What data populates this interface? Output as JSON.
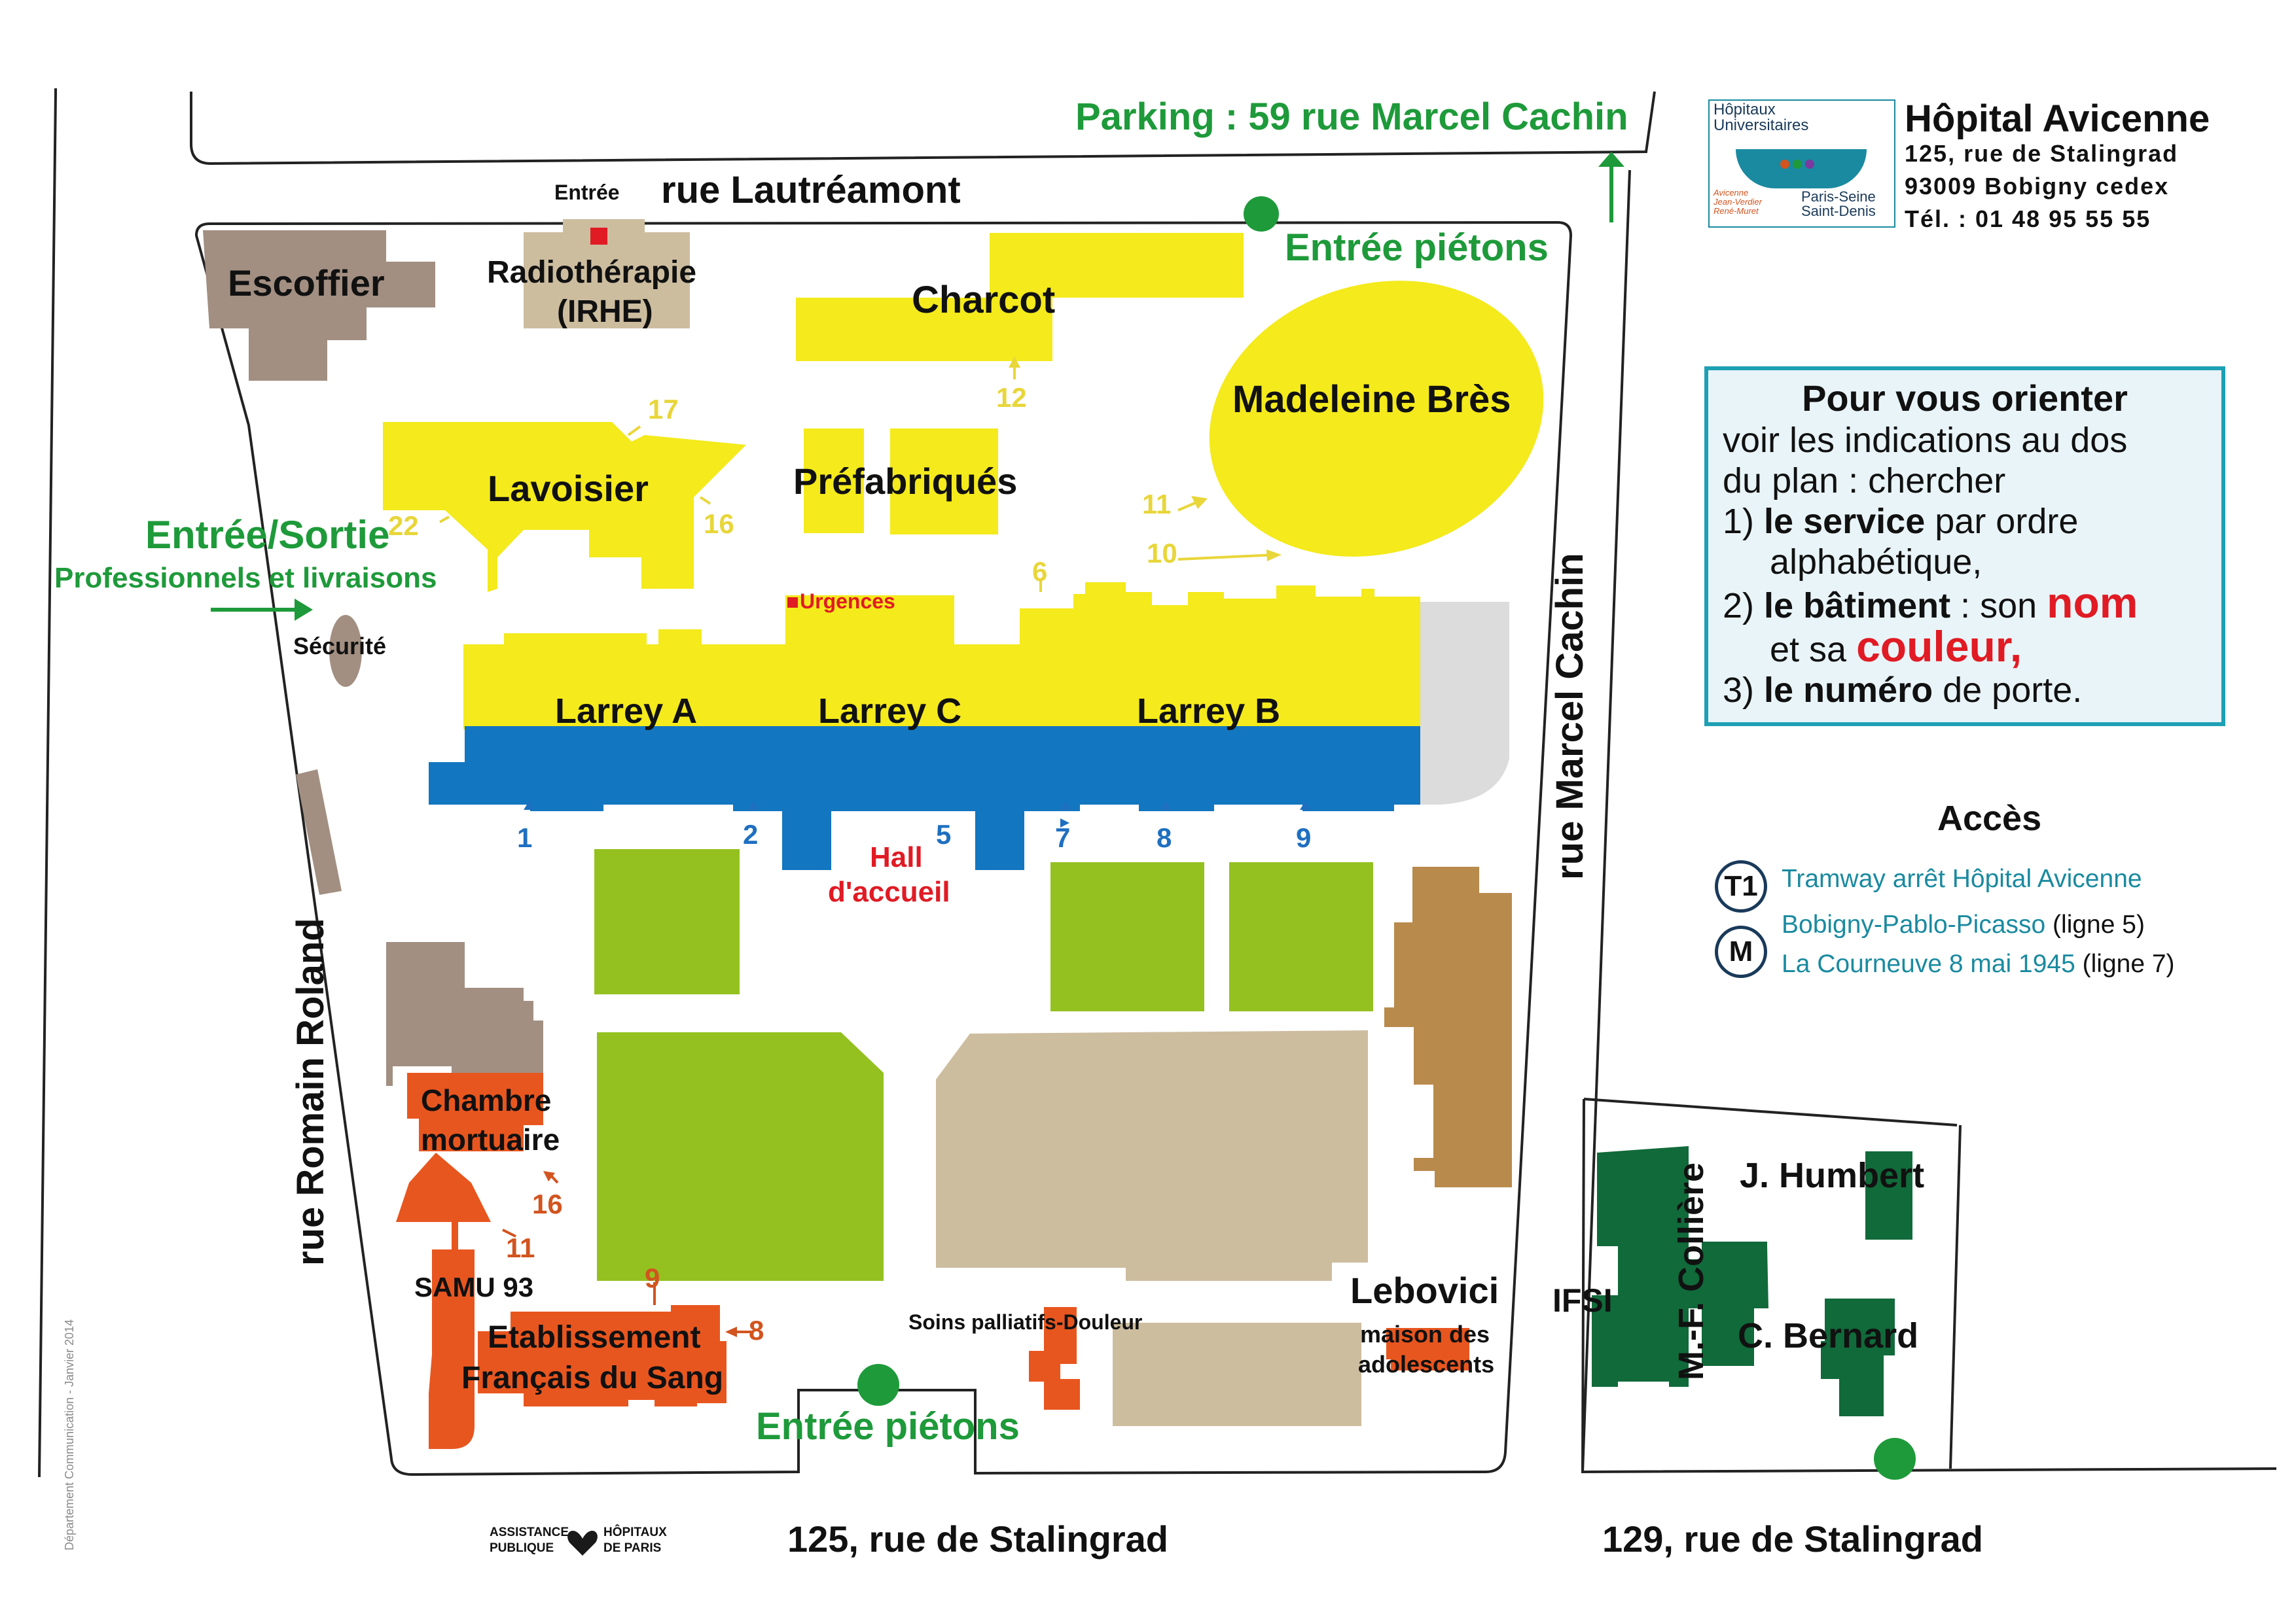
{
  "streets": {
    "north": "rue Lautréamont",
    "east": "rue Marcel Cachin",
    "west": "rue Romain Roland",
    "south_main": "125, rue de Stalingrad",
    "south_annex": "129, rue de Stalingrad"
  },
  "parking": "Parking : 59 rue Marcel Cachin",
  "entrances": {
    "radiotherapy": "Entrée",
    "pedestrian_north": "Entrée piétons",
    "pedestrian_south": "Entrée piétons",
    "professional_title": "Entrée/Sortie",
    "professional_sub": "Professionnels et livraisons",
    "security": "Sécurité",
    "urgences": "Urgences",
    "hall_line1": "Hall",
    "hall_line2": "d'accueil"
  },
  "buildings": {
    "escoffier": "Escoffier",
    "radiotherapie_line1": "Radiothérapie",
    "radiotherapie_line2": "(IRHE)",
    "charcot": "Charcot",
    "madeleine_bres": "Madeleine Brès",
    "lavoisier": "Lavoisier",
    "prefabriques": "Préfabriqués",
    "larrey_a": "Larrey A",
    "larrey_c": "Larrey C",
    "larrey_b": "Larrey B",
    "chambre_line1": "Chambre",
    "chambre_line2": "mortuaire",
    "samu": "SAMU 93",
    "efs_line1": "Etablissement",
    "efs_line2": "Français du Sang",
    "soins": "Soins palliatifs-Douleur",
    "lebovici": "Lebovici",
    "lebovici_sub1": "maison des",
    "lebovici_sub2": "adolescents",
    "ifsi": "IFSI",
    "collieres": "M.-F. Collière",
    "humbert": "J. Humbert",
    "bernard": "C. Bernard"
  },
  "doors": {
    "d1": "1",
    "d2": "2",
    "d5": "5",
    "d7": "7",
    "d8": "8",
    "d9": "9",
    "d6": "6",
    "d10": "10",
    "d11": "11",
    "d12": "12",
    "d16": "16",
    "d17": "17",
    "d22": "22",
    "s16": "16",
    "s11": "11",
    "s9": "9",
    "s8": "8"
  },
  "hospital": {
    "logo_line1": "Hôpitaux",
    "logo_line2": "Universitaires",
    "logo_sites": [
      "Avicenne",
      "Jean-Verdier",
      "René-Muret"
    ],
    "logo_dept_line1": "Paris-Seine",
    "logo_dept_line2": "Saint-Denis",
    "name": "Hôpital Avicenne",
    "address_line1": "125, rue de Stalingrad",
    "address_line2": "93009 Bobigny cedex",
    "phone": "Tél. : 01 48 95 55 55"
  },
  "orientation": {
    "title": "Pour vous orienter",
    "line1": "voir les indications au dos",
    "line2": "du plan : chercher",
    "item1_num": "1)",
    "item1_bold": "le service",
    "item1_rest": " par ordre",
    "item1_cont": "alphabétique,",
    "item2_num": "2)",
    "item2_bold": "le bâtiment",
    "item2_mid": " : son ",
    "item2_red": "nom",
    "item2_cont_pre": "et sa ",
    "item2_cont_red": "couleur,",
    "item3_num": "3)",
    "item3_bold": "le numéro",
    "item3_rest": " de porte."
  },
  "access": {
    "title": "Accès",
    "tram_badge": "T1",
    "tram_line": "Tramway arrêt Hôpital Avicenne",
    "metro_badge": "M",
    "metro_stop1": "Bobigny-Pablo-Picasso",
    "metro_line1": " (ligne 5)",
    "metro_stop2": "La Courneuve 8 mai 1945",
    "metro_line2": " (ligne 7)"
  },
  "footer": {
    "aphp_line1": "ASSISTANCE",
    "aphp_line2": "PUBLIQUE",
    "aphp_line3": "HÔPITAUX",
    "aphp_line4": "DE PARIS",
    "credit": "Département Communication - Janvier 2014"
  },
  "colors": {
    "yellow": "#f4ea1c",
    "blue": "#1376c0",
    "green_block": "#94c11f",
    "dark_green": "#116a3a",
    "taupe": "#a28f82",
    "beige": "#cdbd9f",
    "orange": "#e8561f",
    "brown": "#b88a4c",
    "grey": "#dcdcdc",
    "text_green": "#1e9a3a",
    "text_red": "#e01b24"
  }
}
